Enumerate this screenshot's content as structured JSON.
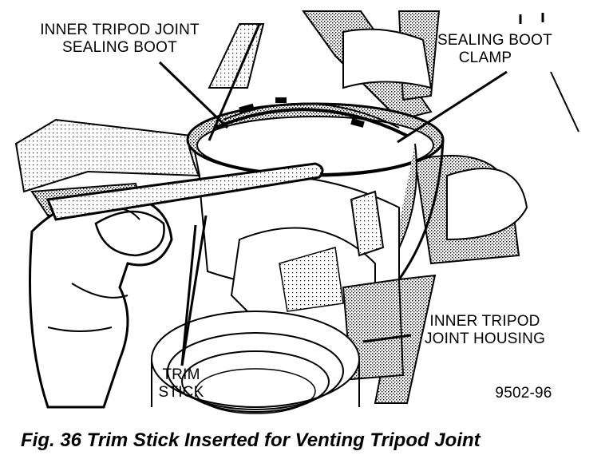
{
  "labels": {
    "sealing_boot": [
      "INNER TRIPOD JOINT",
      "SEALING BOOT"
    ],
    "boot_clamp": [
      "SEALING BOOT",
      "CLAMP"
    ],
    "joint_housing": [
      "INNER TRIPOD",
      "JOINT HOUSING"
    ],
    "trim_stick": [
      "TRIM",
      "STICK"
    ]
  },
  "figure_number": "9502-96",
  "caption": "Fig. 36 Trim Stick Inserted for Venting Tripod Joint"
}
